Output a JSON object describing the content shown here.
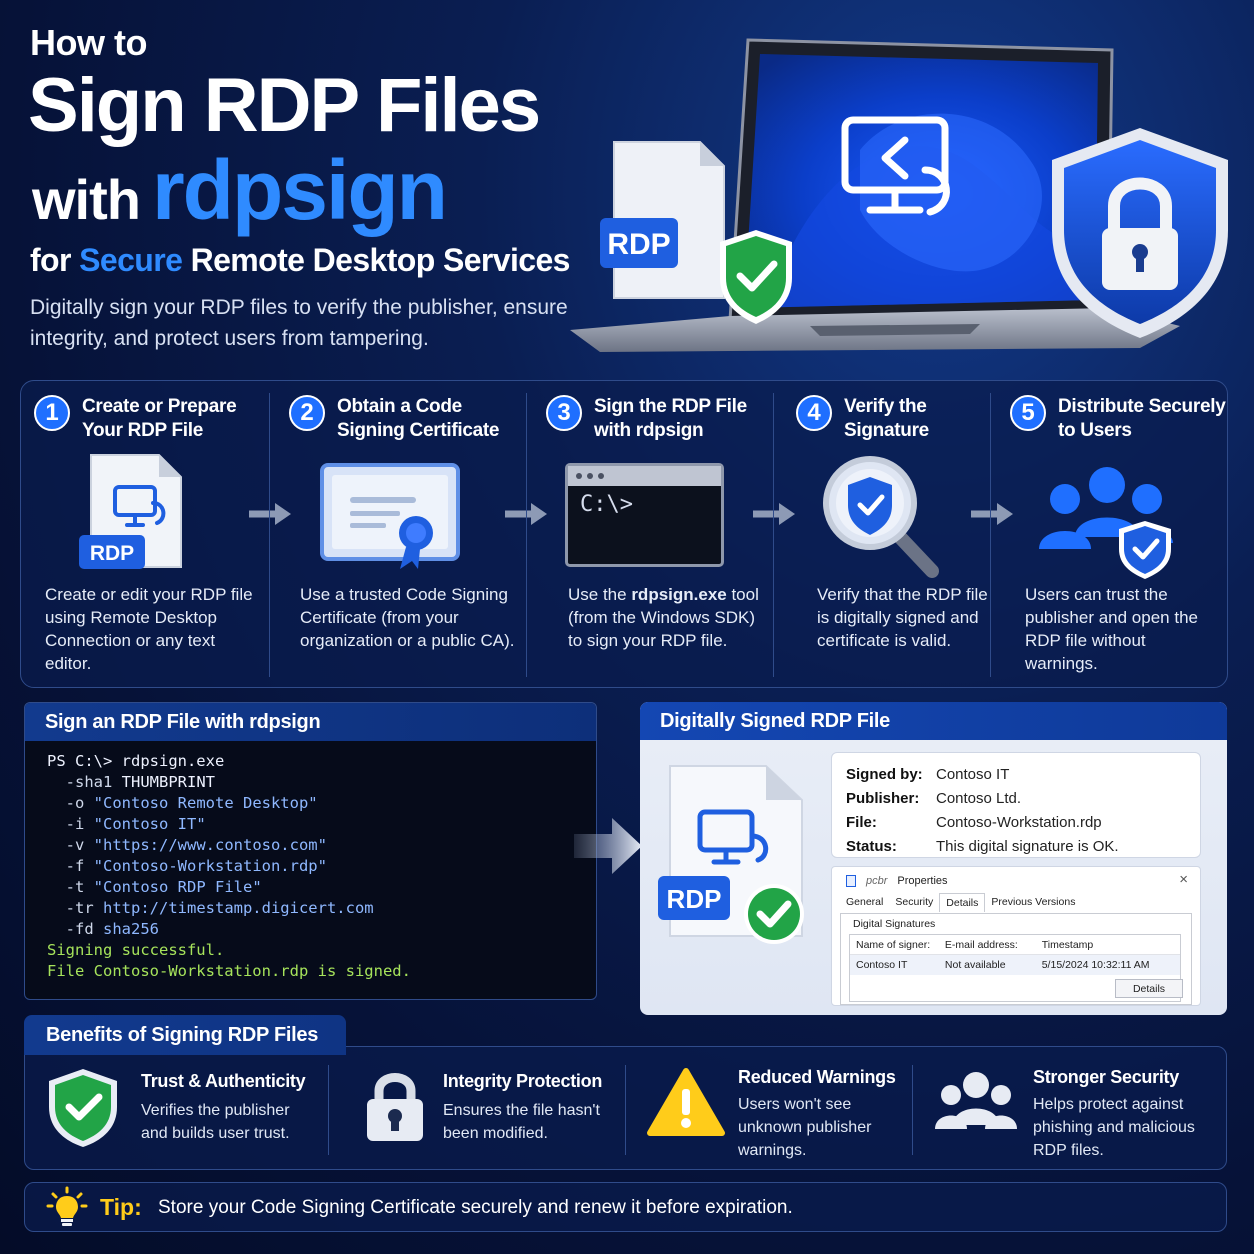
{
  "hero": {
    "how_to": "How to",
    "title_line1": "Sign RDP Files",
    "title_with": "with",
    "title_tool": "rdpsign",
    "subtitle_for": "for",
    "subtitle_secure": "Secure",
    "subtitle_rest": "Remote Desktop Services",
    "description": "Digitally sign your RDP files to verify the publisher, ensure integrity, and protect users from tampering.",
    "rdp_badge": "RDP"
  },
  "steps": [
    {
      "num": "1",
      "title": "Create or Prepare Your RDP File",
      "icon": "rdp-file-icon",
      "badge": "RDP",
      "desc": "Create or edit your RDP file using Remote Desktop Connection or any text editor."
    },
    {
      "num": "2",
      "title": "Obtain a Code Signing Certificate",
      "icon": "certificate-icon",
      "desc": "Use a trusted Code Signing Certificate (from your organization or a public CA)."
    },
    {
      "num": "3",
      "title": "Sign the RDP File with rdpsign",
      "icon": "terminal-icon",
      "prompt": "C:\\>",
      "desc_pre": "Use the ",
      "desc_bold": "rdpsign.exe",
      "desc_post": " tool (from the Windows SDK) to sign your RDP file."
    },
    {
      "num": "4",
      "title": "Verify the Signature",
      "icon": "magnifier-shield-icon",
      "desc": "Verify that the RDP file is digitally signed and certificate is valid."
    },
    {
      "num": "5",
      "title": "Distribute Securely to Users",
      "icon": "users-shield-icon",
      "desc": "Users can trust the publisher and open the RDP file without warnings."
    }
  ],
  "code_panel": {
    "title": "Sign an RDP File with rdpsign",
    "prompt": "PS C:\\> rdpsign.exe",
    "lines": [
      {
        "flag": "-sha1",
        "arg": " THUMBPRINT",
        "str": false
      },
      {
        "flag": "-o",
        "arg": " \"Contoso Remote Desktop\"",
        "str": true
      },
      {
        "flag": "-i",
        "arg": " \"Contoso IT\"",
        "str": true
      },
      {
        "flag": "-v",
        "arg": " \"https://www.contoso.com\"",
        "str": true
      },
      {
        "flag": "-f",
        "arg": " \"Contoso-Workstation.rdp\"",
        "str": true
      },
      {
        "flag": "-t",
        "arg": " \"Contoso RDP File\"",
        "str": true
      },
      {
        "flag": "-tr",
        "arg": " http://timestamp.digicert.com",
        "str": true
      },
      {
        "flag": "-fd",
        "arg": " sha256",
        "str": true
      }
    ],
    "result1": "Signing successful.",
    "result2": "File Contoso-Workstation.rdp is signed."
  },
  "signed_panel": {
    "title": "Digitally Signed RDP File",
    "badge": "RDP",
    "info": [
      {
        "k": "Signed by:",
        "v": "Contoso  IT"
      },
      {
        "k": "Publisher:",
        "v": "Contoso Ltd."
      },
      {
        "k": "File:",
        "v": "Contoso-Workstation.rdp"
      },
      {
        "k": "Status:",
        "v": "This digital signature is OK."
      }
    ],
    "dialog": {
      "file": "pcbr",
      "title": "Properties",
      "close": "×",
      "tabs": [
        "General",
        "Security",
        "Details",
        "Previous Versions"
      ],
      "active_tab": 2,
      "group": "Digital Signatures",
      "headers": [
        "Name of signer:",
        "E-mail address:",
        "Timestamp"
      ],
      "row": [
        "Contoso IT",
        "Not available",
        "5/15/2024 10:32:11 AM"
      ],
      "button": "Details"
    }
  },
  "benefits": {
    "title": "Benefits of Signing RDP Files",
    "items": [
      {
        "title": "Trust & Authenticity",
        "desc": "Verifies the publisher and builds user trust.",
        "icon": "shield-check-icon"
      },
      {
        "title": "Integrity Protection",
        "desc": "Ensures the file hasn't been modified.",
        "icon": "padlock-icon"
      },
      {
        "title": "Reduced Warnings",
        "desc": "Users won't see unknown publisher warnings.",
        "icon": "warning-icon"
      },
      {
        "title": "Stronger Security",
        "desc": "Helps protect against phishing and malicious RDP files.",
        "icon": "users-icon"
      }
    ]
  },
  "tip": {
    "label": "Tip:",
    "text": "Store your Code Signing Certificate securely and renew it before expiration.",
    "icon": "lightbulb-icon"
  },
  "colors": {
    "accent": "#2f8bff",
    "success": "#22a447",
    "warning": "#ffcc1a",
    "background": "#061238"
  }
}
